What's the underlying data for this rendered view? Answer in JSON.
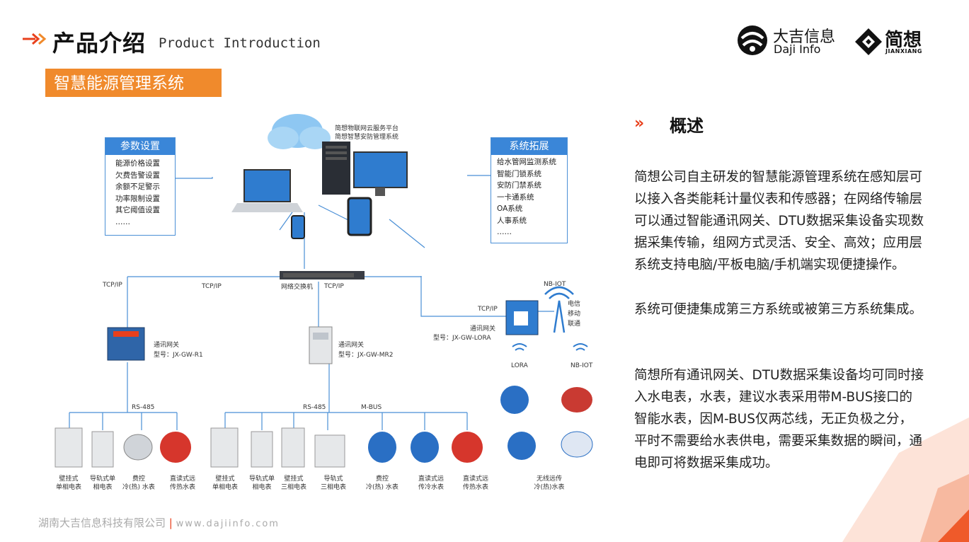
{
  "header": {
    "title": "产品介绍",
    "subtitle": "Product Introduction"
  },
  "logos": {
    "daji_cn": "大吉信息",
    "daji_en": "Daji Info",
    "jianxiang_cn": "简想",
    "jianxiang_en": "JIANXIANG"
  },
  "section_tag": "智慧能源管理系统",
  "diagram": {
    "cloud_caption_1": "简想物联网云服务平台",
    "cloud_caption_2": "简想智慧安防管理系统",
    "params_panel": {
      "title": "参数设置",
      "items": [
        "能源价格设置",
        "欠费告警设置",
        "余额不足警示",
        "功率限制设置",
        "其它阈值设置",
        "……"
      ]
    },
    "ext_panel": {
      "title": "系统拓展",
      "items": [
        "给水管网监测系统",
        "智能门锁系统",
        "安防门禁系统",
        "一卡通系统",
        "OA系统",
        "人事系统",
        "……"
      ]
    },
    "switch_label": "网络交换机",
    "tcpip": "TCP/IP",
    "nbiot": "NB-IOT",
    "lora": "LORA",
    "telecom": [
      "电信",
      "移动",
      "联通"
    ],
    "gateways": [
      {
        "name": "通讯网关",
        "model": "型号：JX-GW-R1"
      },
      {
        "name": "通讯网关",
        "model": "型号：JX-GW-MR2"
      },
      {
        "name": "通讯网关",
        "model": "型号：JX-GW-LORA"
      }
    ],
    "bus_labels": {
      "rs485_left": "RS-485",
      "rs485_mid": "RS-485",
      "mbus": "M-BUS"
    },
    "meters": [
      {
        "line1": "壁挂式",
        "line2": "单相电表"
      },
      {
        "line1": "导轨式单",
        "line2": "相电表"
      },
      {
        "line1": "费控",
        "line2": "冷(热) 水表"
      },
      {
        "line1": "直读式远",
        "line2": "传热水表"
      },
      {
        "line1": "壁挂式",
        "line2": "单相电表"
      },
      {
        "line1": "导轨式单",
        "line2": "相电表"
      },
      {
        "line1": "壁挂式",
        "line2": "三相电表"
      },
      {
        "line1": "导轨式",
        "line2": "三相电表"
      },
      {
        "line1": "费控",
        "line2": "冷(热) 水表"
      },
      {
        "line1": "直读式远",
        "line2": "传冷水表"
      },
      {
        "line1": "直读式远",
        "line2": "传热水表"
      }
    ],
    "wireless_meter": {
      "line1": "无线远传",
      "line2": "冷(热)水表"
    }
  },
  "overview": {
    "title": "概述",
    "para1": "简想公司自主研发的智慧能源管理系统在感知层可以接入各类能耗计量仪表和传感器；在网络传输层可以通过智能通讯网关、DTU数据采集设备实现数据采集传输，组网方式灵活、安全、高效；应用层系统支持电脑/平板电脑/手机端实现便捷操作。",
    "para2": "系统可便捷集成第三方系统或被第三方系统集成。",
    "para3": "简想所有通讯网关、DTU数据采集设备均可同时接入水电表，水表，建议水表采用带M-BUS接口的智能水表，因M-BUS仅两芯线，无正负极之分，平时不需要给水表供电，需要采集数据的瞬间，通电即可将数据采集成功。"
  },
  "footer": {
    "company": "湖南大吉信息科技有限公司",
    "separator": "|",
    "url": "www.dajiinfo.com"
  },
  "colors": {
    "accent": "#f08a2c",
    "red": "#e8401c",
    "blue": "#3a86d8"
  }
}
